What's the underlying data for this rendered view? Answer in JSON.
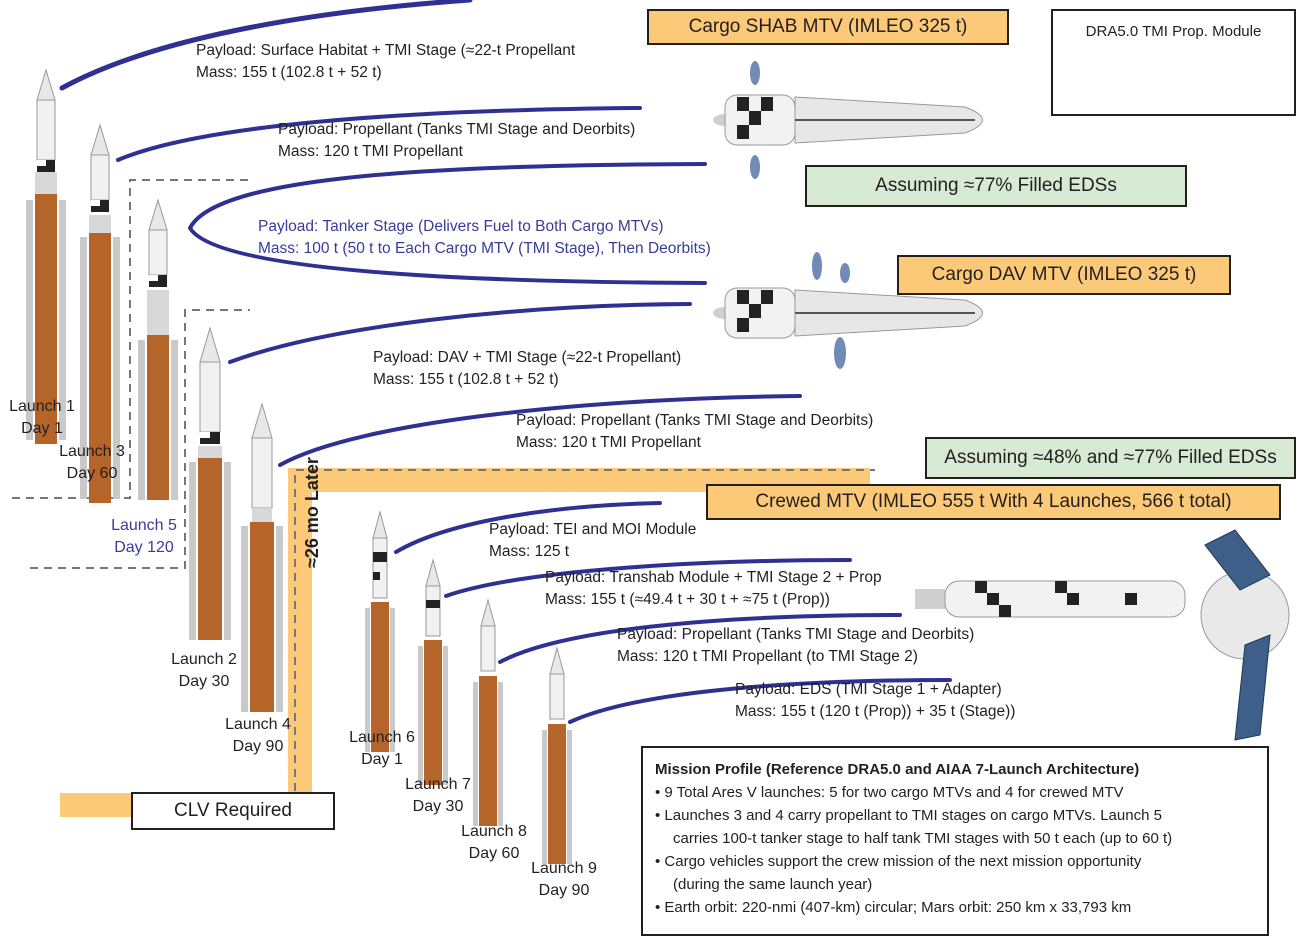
{
  "title_boxes": {
    "cargo_shab": "Cargo SHAB MTV (IMLEO 325 t)",
    "cargo_dav": "Cargo DAV MTV (IMLEO 325 t)",
    "crewed": "Crewed MTV (IMLEO 555 t With 4 Launches, 566 t total)",
    "dra_module": "DRA5.0 TMI Prop. Module",
    "clv_required": "CLV Required"
  },
  "assumptions": {
    "first": "Assuming ≈77% Filled EDSs",
    "second": "Assuming ≈48% and ≈77% Filled EDSs"
  },
  "delay_label": "≈26 mo Later",
  "payloads": [
    {
      "line1": "Payload: Surface Habitat + TMI Stage (≈22-t Propellant",
      "line2": "Mass: 155 t (102.8 t + 52 t)"
    },
    {
      "line1": "Payload: Propellant (Tanks TMI Stage and Deorbits)",
      "line2": "Mass: 120 t TMI Propellant"
    },
    {
      "line1": "Payload: Tanker Stage (Delivers Fuel to Both Cargo MTVs)",
      "line2": "Mass: 100 t (50 t to Each Cargo MTV (TMI Stage), Then Deorbits)"
    },
    {
      "line1": "Payload: DAV + TMI Stage (≈22-t Propellant)",
      "line2": "Mass: 155 t (102.8 t + 52 t)"
    },
    {
      "line1": "Payload: Propellant (Tanks TMI Stage and Deorbits)",
      "line2": "Mass: 120 t TMI Propellant"
    },
    {
      "line1": "Payload: TEI and MOI Module",
      "line2": "Mass: 125 t"
    },
    {
      "line1": "Payload: Transhab Module + TMI Stage 2 + Prop",
      "line2": "Mass: 155 t (≈49.4 t + 30 t + ≈75 t (Prop))"
    },
    {
      "line1": "Payload: Propellant (Tanks TMI Stage and Deorbits)",
      "line2": "Mass: 120 t TMI Propellant (to TMI Stage 2)"
    },
    {
      "line1": "Payload: EDS (TMI Stage 1 + Adapter)",
      "line2": "Mass: 155 t (120 t (Prop)) + 35 t (Stage))"
    }
  ],
  "launches": [
    {
      "name": "Launch 1",
      "day": "Day 1"
    },
    {
      "name": "Launch 3",
      "day": "Day 60"
    },
    {
      "name": "Launch 5",
      "day": "Day 120"
    },
    {
      "name": "Launch 2",
      "day": "Day 30"
    },
    {
      "name": "Launch 4",
      "day": "Day 90"
    },
    {
      "name": "Launch 6",
      "day": "Day 1"
    },
    {
      "name": "Launch 7",
      "day": "Day 30"
    },
    {
      "name": "Launch 8",
      "day": "Day 60"
    },
    {
      "name": "Launch 9",
      "day": "Day 90"
    }
  ],
  "mission_profile": {
    "title": "Mission Profile (Reference DRA5.0 and AIAA 7-Launch Architecture)",
    "items": [
      "• 9 Total Ares V launches: 5 for two cargo MTVs and 4 for crewed MTV",
      "• Launches 3 and 4 carry propellant to TMI stages on cargo MTVs. Launch 5",
      "carries 100-t tanker stage to half tank TMI stages with 50 t each (up to 60 t)",
      "• Cargo vehicles support the crew mission of the next mission opportunity",
      "(during the same launch year)",
      "• Earth orbit: 220-nmi (407-km) circular; Mars orbit: 250 km x 33,793 km"
    ]
  },
  "colors": {
    "trajectory": "#2e3192",
    "orange_box": "#fbc978",
    "green_box": "#d6ead4",
    "booster": "#b5652a",
    "timeline_band": "#fbc978"
  }
}
